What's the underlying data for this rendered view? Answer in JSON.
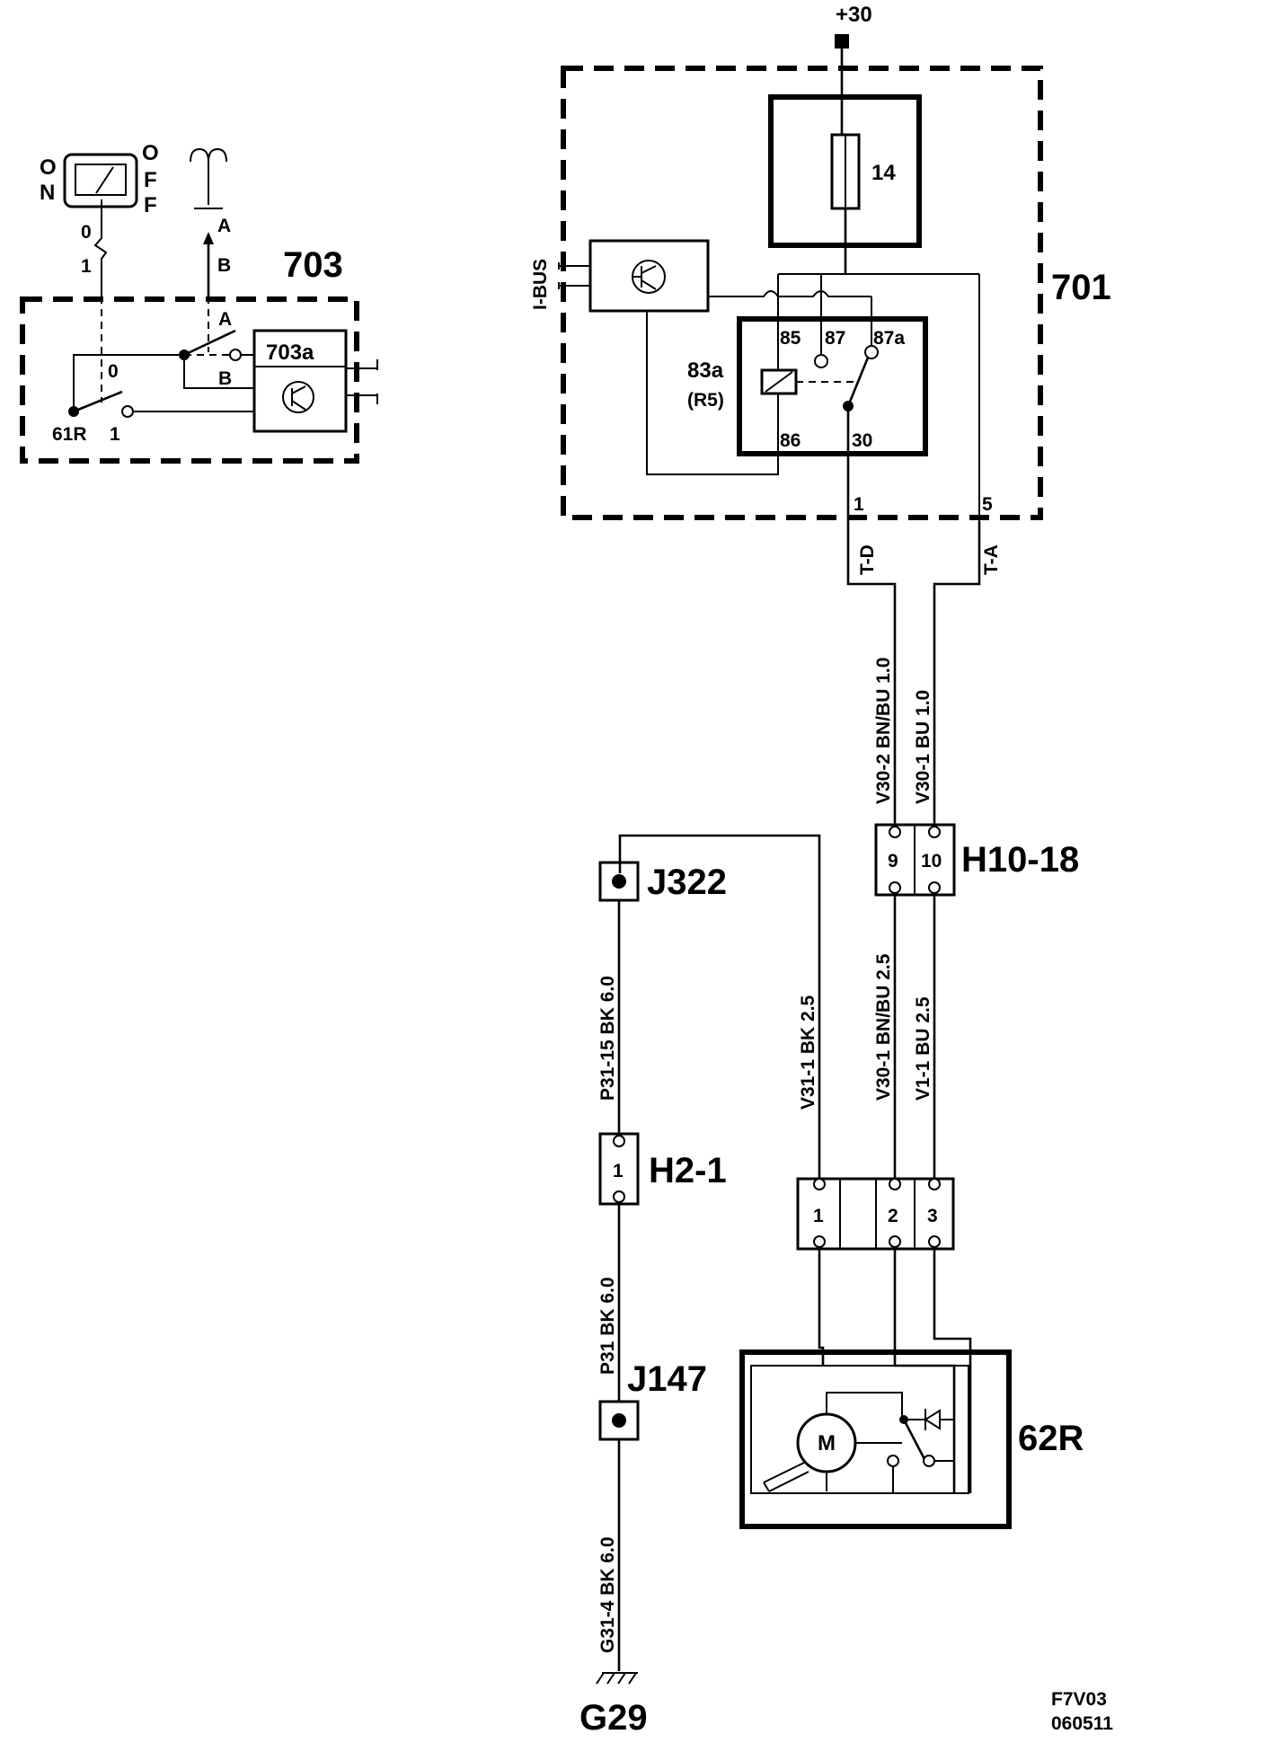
{
  "supply": {
    "label": "+30"
  },
  "modules": {
    "m701": {
      "label": "701"
    },
    "m703": {
      "label": "703"
    },
    "m703a": {
      "label": "703a"
    },
    "fuse": {
      "label": "14"
    },
    "relay": {
      "name": "83a",
      "sub": "(R5)",
      "pins": [
        "85",
        "87",
        "87a",
        "86",
        "30"
      ]
    },
    "ibus": {
      "label": "I-BUS"
    },
    "motor_unit": {
      "label": "62R",
      "motor": "M"
    }
  },
  "switch_panel": {
    "on_letters": [
      "O",
      "N"
    ],
    "off_letters": [
      "O",
      "F",
      "F"
    ],
    "pos0": "0",
    "pos1": "1"
  },
  "antenna": {
    "a": "A",
    "b": "B"
  },
  "switch_703": {
    "pos0": "0",
    "pos1": "1",
    "a": "A",
    "b": "B",
    "label": "61R"
  },
  "terminals": {
    "t1": "1",
    "t5": "5",
    "td": "T-D",
    "ta": "T-A"
  },
  "connectors": {
    "h10": {
      "label": "H10-18",
      "pins": [
        "9",
        "10"
      ]
    },
    "h2": {
      "label": "H2-1",
      "pins": [
        "1"
      ]
    },
    "c3": {
      "pins": [
        "1",
        "2",
        "3"
      ]
    }
  },
  "junctions": {
    "j322": "J322",
    "j147": "J147"
  },
  "ground": {
    "label": "G29"
  },
  "wires": {
    "v30_2": "V30-2  BN/BU  1.0",
    "v30_1a": "V30-1  BU  1.0",
    "v30_1b": "V30-1  BN/BU  2.5",
    "v1_1": "V1-1  BU  2.5",
    "v31_1": "V31-1  BK   2.5",
    "p31_15": "P31-15  BK   6.0",
    "p31": "P31   BK   6.0",
    "g31_4": "G31-4  BK  6.0"
  },
  "footer": {
    "code": "F7V03",
    "date": "060511"
  }
}
